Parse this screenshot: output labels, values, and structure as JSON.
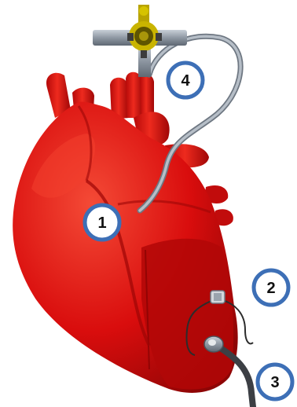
{
  "callouts": [
    {
      "id": "1",
      "label": "1"
    },
    {
      "id": "2",
      "label": "2"
    },
    {
      "id": "3",
      "label": "3"
    },
    {
      "id": "4",
      "label": "4"
    }
  ],
  "colors": {
    "heart": "#d90d0d",
    "heart_dark": "#a30808",
    "heart_light": "#f03a2a",
    "catheter": "#9aa3ad",
    "stopcock_yellow": "#c9b400",
    "callout_ring": "#3d6fb6",
    "background": "#ffffff"
  },
  "icons": [
    "heart-illustration",
    "catheter-line",
    "stopcock-valve",
    "sensor-clip",
    "cable-connector"
  ]
}
